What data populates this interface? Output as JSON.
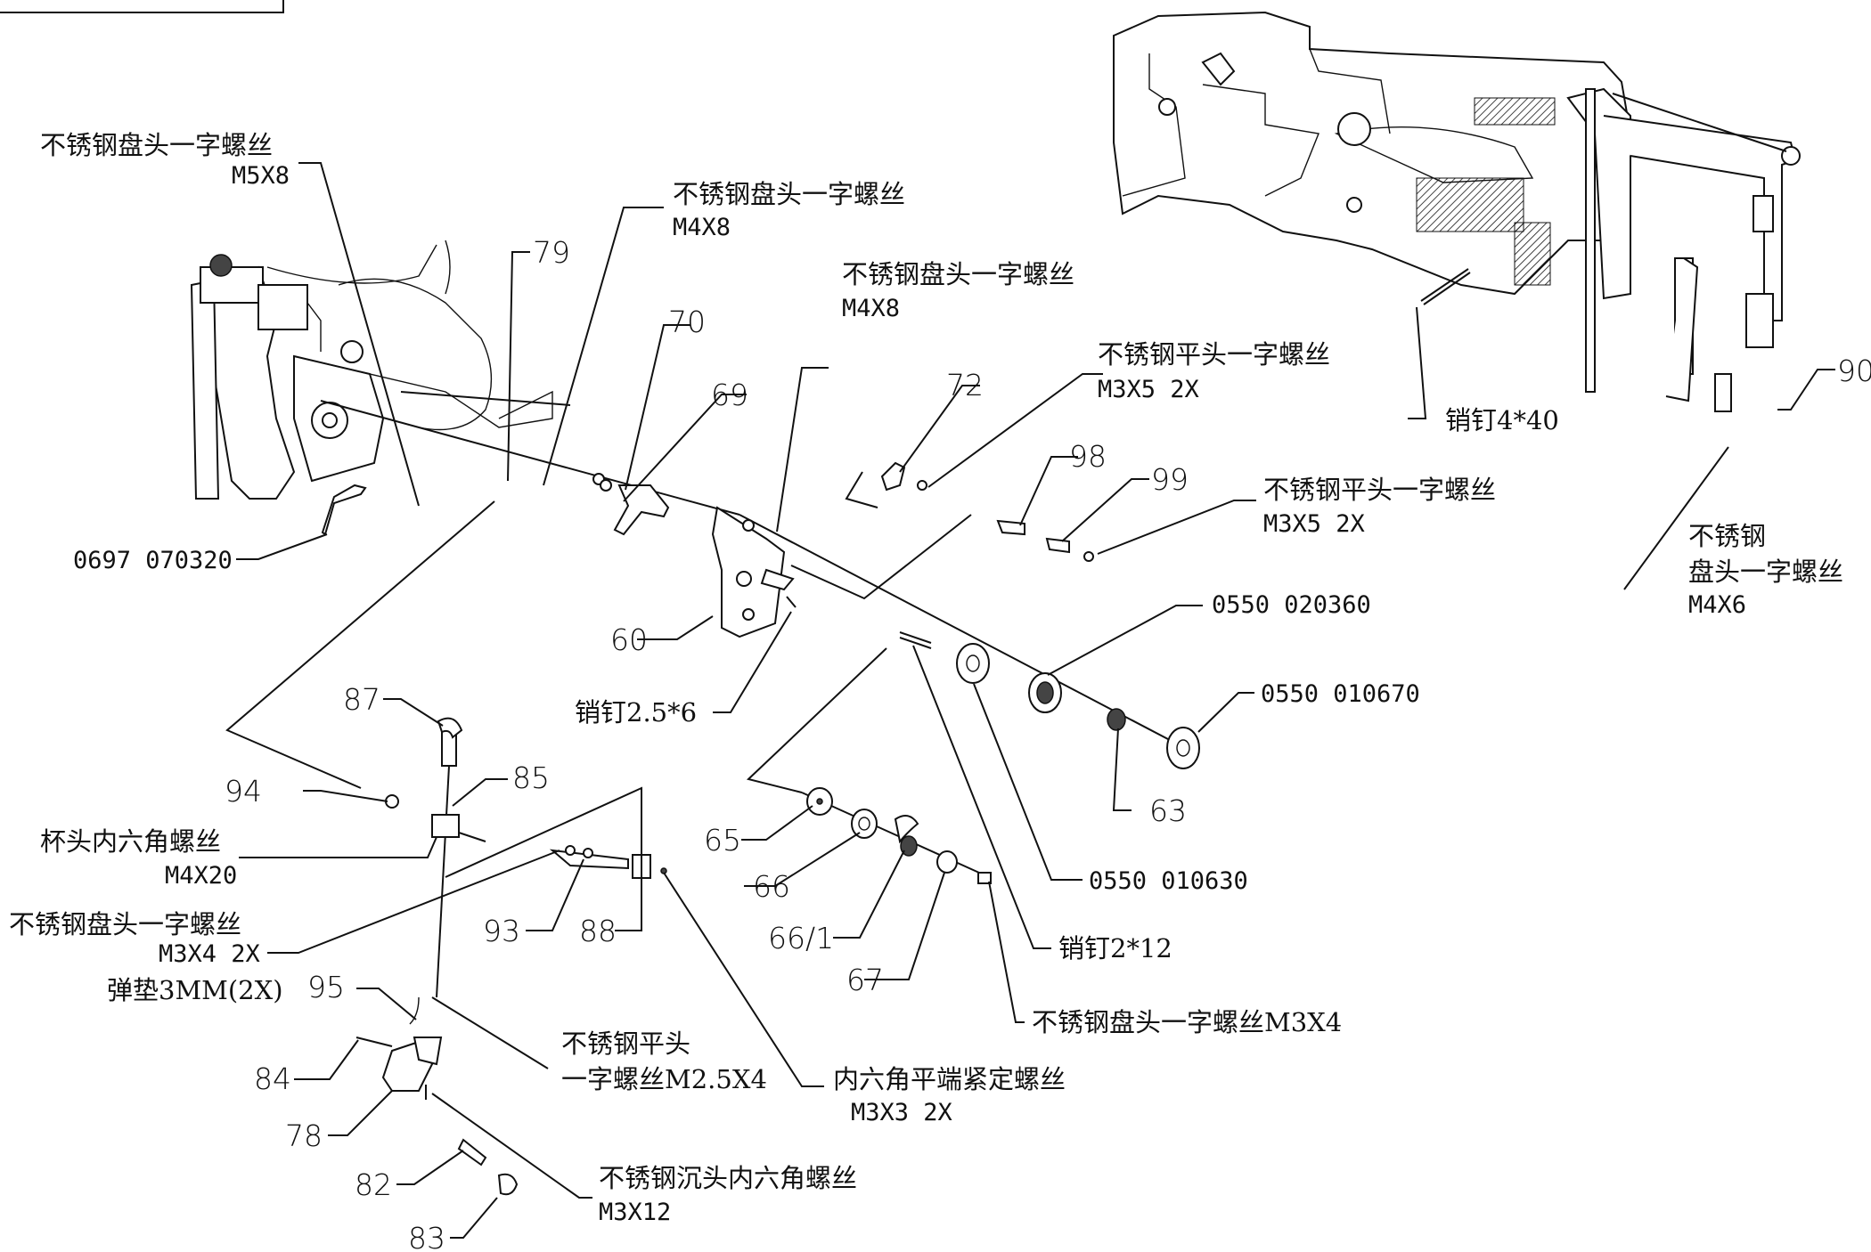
{
  "labels": {
    "l_m5x8_cn": "不锈钢盘头一字螺丝",
    "l_m5x8_en": "M5X8",
    "l_m4x8a_cn": "不锈钢盘头一字螺丝",
    "l_m4x8a_en": "M4X8",
    "l_m4x8b_cn": "不锈钢盘头一字螺丝",
    "l_m4x8b_en": "M4X8",
    "l_m3x5a_cn": "不锈钢平头一字螺丝",
    "l_m3x5a_en": "M3X5  2X",
    "l_m3x5b_cn": "不锈钢平头一字螺丝",
    "l_m3x5b_en": "M3X5  2X",
    "l_pin440": "销钉4*40",
    "l_m4x6_1": "不锈钢",
    "l_m4x6_2": "盘头一字螺丝",
    "l_m4x6_3": "M4X6",
    "l_pn_0697": "0697 070320",
    "l_pn_020360": "0550 020360",
    "l_pn_010670": "0550 010670",
    "l_pn_010630": "0550 010630",
    "l_pin256": "销钉2.5*6",
    "l_pin212": "销钉2*12",
    "l_m3x4_long": "不锈钢盘头一字螺丝M3X4",
    "l_cup_cn": "杯头内六角螺丝",
    "l_cup_en": "M4X20",
    "l_m3x4_cn": "不锈钢盘头一字螺丝",
    "l_m3x4_en": "M3X4 2X",
    "l_spring_washer": "弹垫3MM(2X)",
    "l_m25_1": "不锈钢平头",
    "l_m25_2": "一字螺丝M2.5X4",
    "l_set_cn": "内六角平端紧定螺丝",
    "l_set_en": "M3X3 2X",
    "l_csk_cn": "不锈钢沉头内六角螺丝",
    "l_csk_en": "M3X12"
  },
  "numbers": {
    "n79": "79",
    "n70": "70",
    "n69": "69",
    "n72": "72",
    "n98": "98",
    "n99": "99",
    "n90": "90",
    "n60": "60",
    "n87": "87",
    "n85": "85",
    "n94": "94",
    "n93": "93",
    "n88": "88",
    "n65": "65",
    "n66": "66",
    "n66_1": "66/1",
    "n67": "67",
    "n63": "63",
    "n95": "95",
    "n84": "84",
    "n78": "78",
    "n82": "82",
    "n83": "83"
  }
}
